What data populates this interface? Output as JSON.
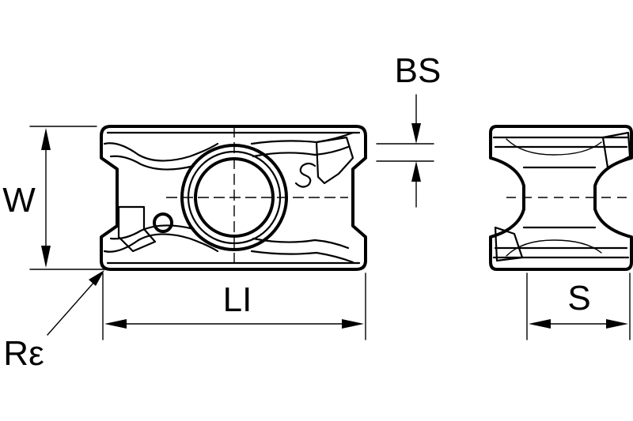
{
  "diagram": {
    "labels": {
      "width": "W",
      "length": "LI",
      "corner_radius": "Rε",
      "bevel_size": "BS",
      "thickness": "S"
    }
  }
}
